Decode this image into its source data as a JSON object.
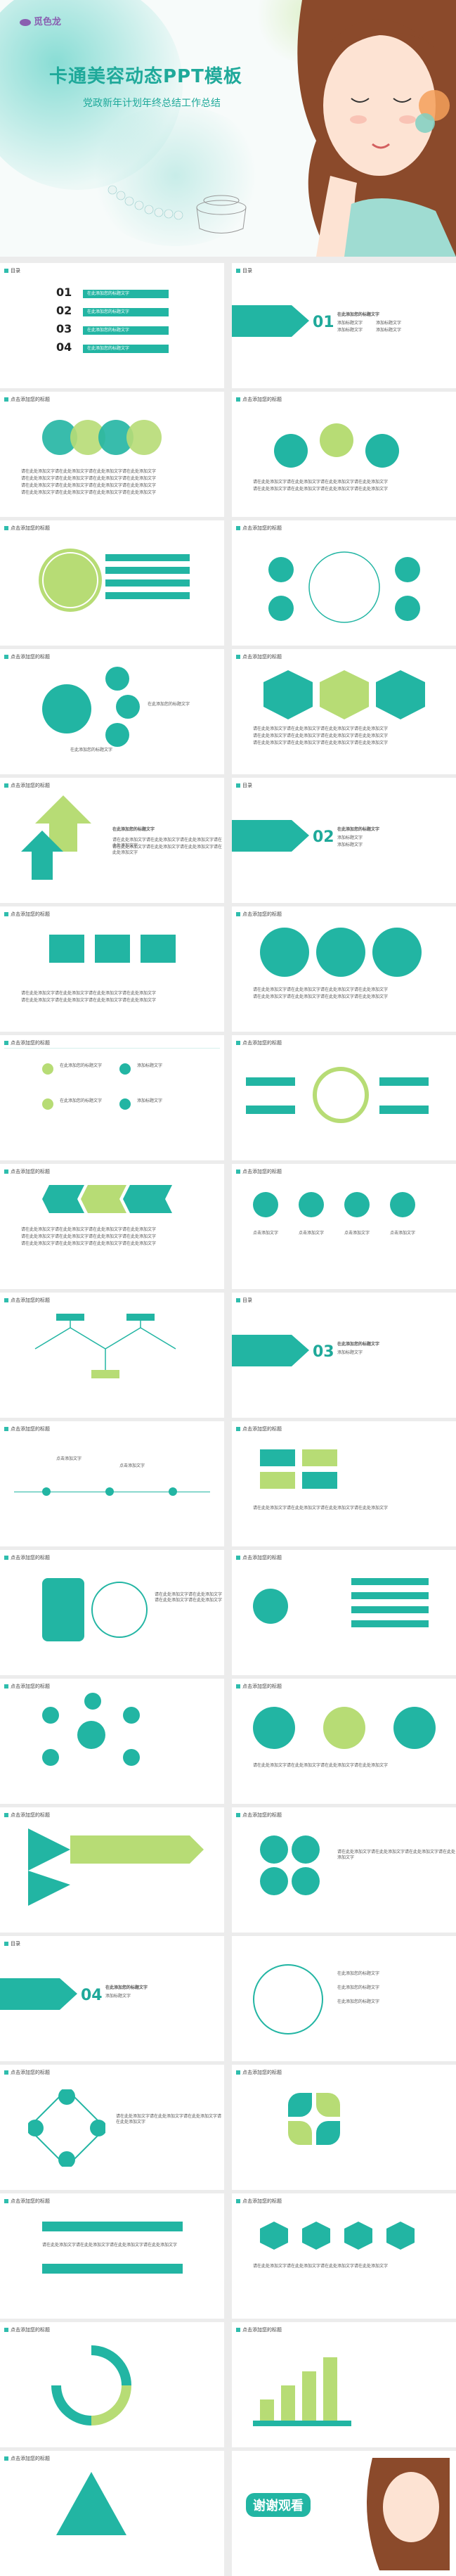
{
  "cover": {
    "logo": "觅色龙",
    "title": "卡通美容动态PPT模板",
    "subtitle": "党政新年计划年终总结工作总结"
  },
  "toc": {
    "header": "目录",
    "items": [
      {
        "num": "01",
        "text": "在此添加您的标题文字"
      },
      {
        "num": "02",
        "text": "在此添加您的标题文字"
      },
      {
        "num": "03",
        "text": "在此添加您的标题文字"
      },
      {
        "num": "04",
        "text": "在此添加您的标题文字"
      }
    ]
  },
  "common": {
    "slide_header": "点击添加您的标题",
    "section_header": "目录",
    "title_text": "在此添加您的标题文字",
    "short_text": "添加标题文字",
    "click_text": "点击添加文字",
    "body": "请在此处添加文字请在此处添加文字请在此处添加文字请在此处添加文字",
    "thanks": "谢谢观看"
  },
  "sections": {
    "s1": "01",
    "s2": "02",
    "s3": "03",
    "s4": "04"
  },
  "row_labels": [
    "01",
    "02",
    "03"
  ]
}
